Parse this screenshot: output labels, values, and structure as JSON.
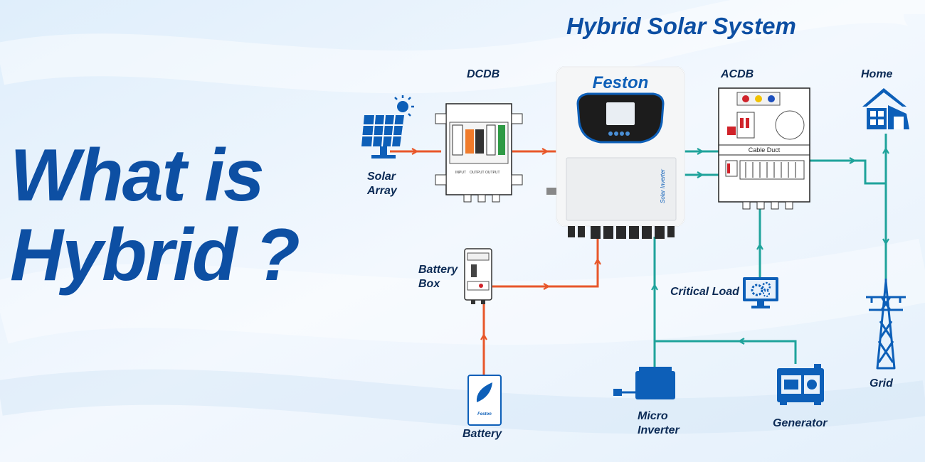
{
  "headline": {
    "line1": "What is",
    "line2": "Hybrid ?"
  },
  "title": "Hybrid Solar System",
  "labels": {
    "dcdb": "DCDB",
    "acdb": "ACDB",
    "home": "Home",
    "solar_array_line1": "Solar",
    "solar_array_line2": "Array",
    "battery_box_line1": "Battery",
    "battery_box_line2": "Box",
    "critical_load": "Critical Load",
    "battery": "Battery",
    "micro_inverter_line1": "Micro",
    "micro_inverter_line2": "Inverter",
    "generator": "Generator",
    "grid": "Grid"
  },
  "inverter": {
    "brand": "Feston",
    "side_label": "Solar Inverter"
  },
  "dcdb_panel": {
    "input": "INPUT",
    "output1": "OUTPUT",
    "output2": "OUTPUT"
  },
  "acdb_panel": {
    "cable_duct": "Cable Duct"
  },
  "battery_unit": {
    "brand": "Feston"
  },
  "colors": {
    "dc_line": "#e8572a",
    "ac_line": "#1fa39b",
    "icon_blue": "#0d5fb8",
    "title_blue": "#0d4fa3",
    "label_navy": "#0b2a55"
  },
  "icons": [
    "solar-panel-icon",
    "house-icon",
    "monitor-gears-icon",
    "transmission-tower-icon",
    "generator-icon",
    "micro-inverter-icon",
    "battery-icon"
  ]
}
